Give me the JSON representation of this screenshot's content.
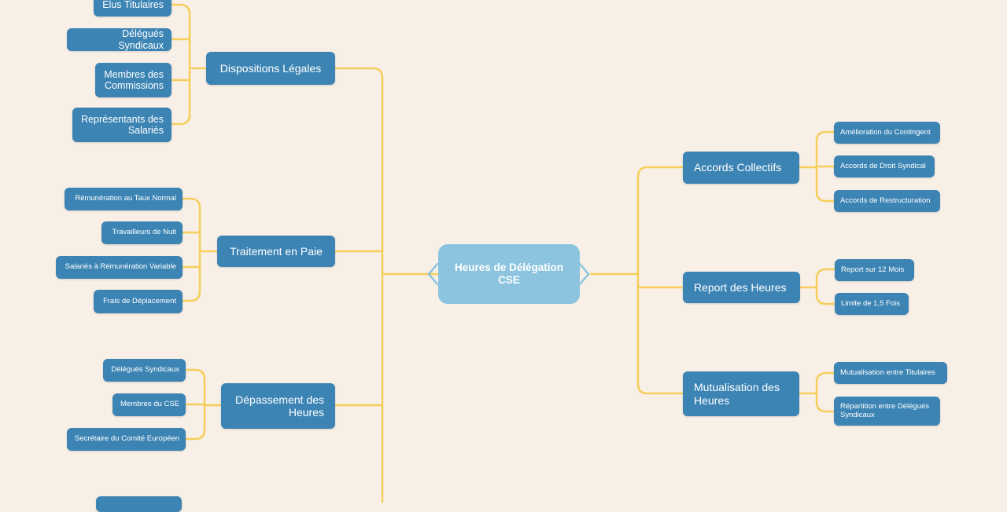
{
  "root": {
    "label_line1": "Heures de Délégation",
    "label_line2": "CSE"
  },
  "left": {
    "dispositions": {
      "label": "Dispositions Légales",
      "children": [
        {
          "line1": "Élus Titulaires",
          "line2": ""
        },
        {
          "line1": "Délégués Syndicaux",
          "line2": ""
        },
        {
          "line1": "Membres des",
          "line2": "Commissions"
        },
        {
          "line1": "Représentants des",
          "line2": "Salariés"
        }
      ]
    },
    "paie": {
      "label": "Traitement en Paie",
      "children": [
        "Rémunération au Taux Normal",
        "Travailleurs de Nuit",
        "Salariés à Rémunération Variable",
        "Frais de Déplacement"
      ]
    },
    "depassement": {
      "label_line1": "Dépassement des",
      "label_line2": "Heures",
      "children": [
        "Délégués Syndicaux",
        "Membres du CSE",
        "Secrétaire du Comité Européen"
      ]
    }
  },
  "right": {
    "accords": {
      "label": "Accords Collectifs",
      "children": [
        "Amélioration du Contingent",
        "Accords de Droit Syndical",
        "Accords de Restructuration"
      ]
    },
    "report": {
      "label": "Report des Heures",
      "children": [
        "Report sur 12 Mois",
        "Limite de 1,5 Fois"
      ]
    },
    "mutualisation": {
      "label_line1": "Mutualisation des",
      "label_line2": "Heures",
      "children": [
        {
          "line1": "Mutualisation entre Titulaires",
          "line2": ""
        },
        {
          "line1": "Répartition entre Délégués",
          "line2": "Syndicaux"
        }
      ]
    }
  },
  "colors": {
    "background": "#f8efe7",
    "node": "#3c84b4",
    "root": "#8cc4df",
    "connector": "#f5cf5a"
  }
}
